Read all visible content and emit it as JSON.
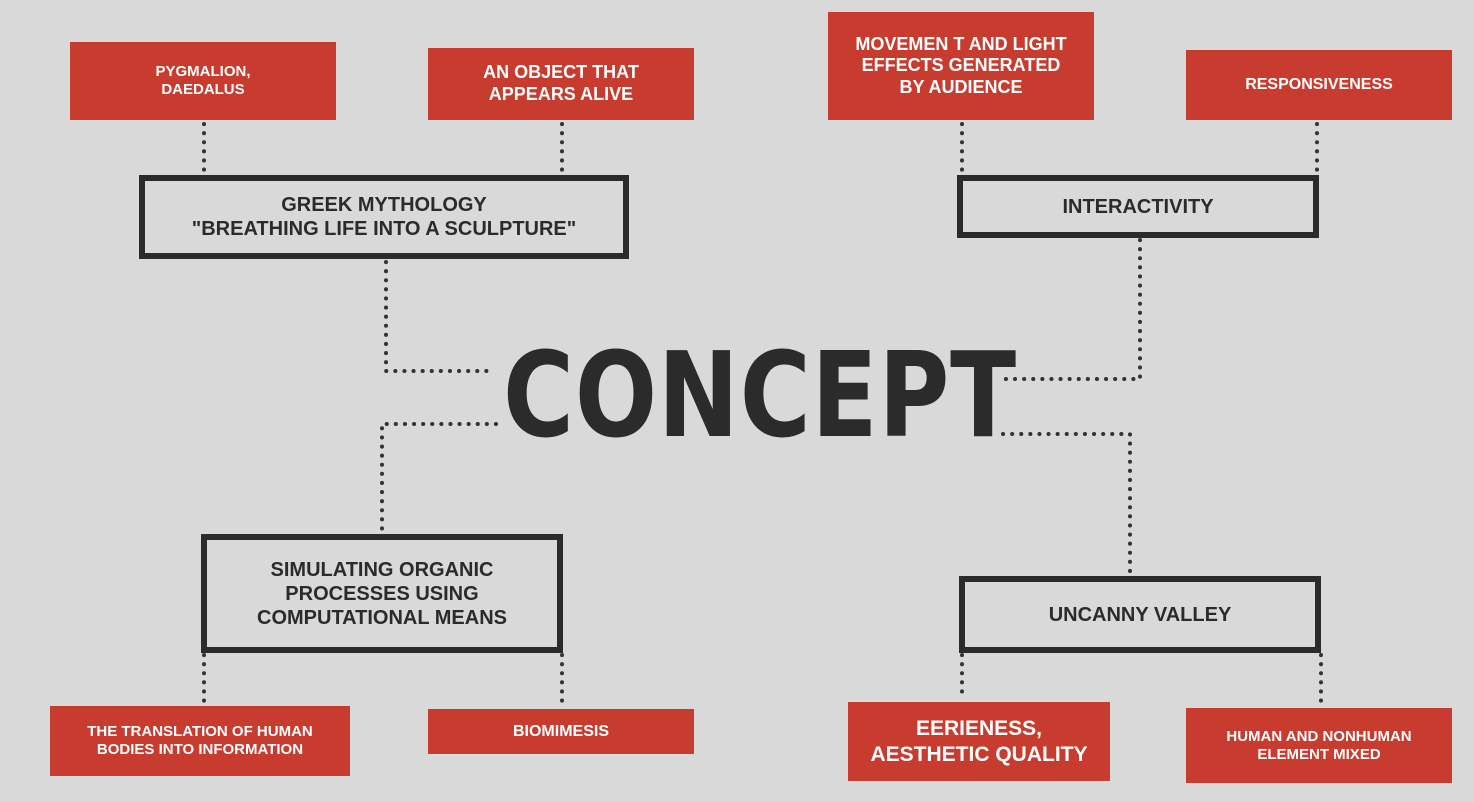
{
  "title": "CONCEPT",
  "colors": {
    "background": "#d9d9d9",
    "accent_red": "#c73c2f",
    "dark": "#2b2b2b"
  },
  "branches": {
    "greek_mythology": {
      "label": "GREEK MYTHOLOGY\n\"BREATHING LIFE INTO A SCULPTURE\"",
      "children": [
        "PYGMALION,\nDAEDALUS",
        "AN OBJECT THAT\nAPPEARS ALIVE"
      ]
    },
    "interactivity": {
      "label": "INTERACTIVITY",
      "children": [
        "MOVEMEN T AND LIGHT\nEFFECTS GENERATED\nBY AUDIENCE",
        "RESPONSIVENESS"
      ]
    },
    "simulating": {
      "label": "SIMULATING ORGANIC\nPROCESSES USING\nCOMPUTATIONAL MEANS",
      "children": [
        "THE TRANSLATION OF HUMAN\nBODIES INTO INFORMATION",
        "BIOMIMESIS"
      ]
    },
    "uncanny_valley": {
      "label": "UNCANNY VALLEY",
      "children": [
        "EERIENESS,\nAESTHETIC QUALITY",
        "HUMAN AND NONHUMAN\nELEMENT MIXED"
      ]
    }
  }
}
